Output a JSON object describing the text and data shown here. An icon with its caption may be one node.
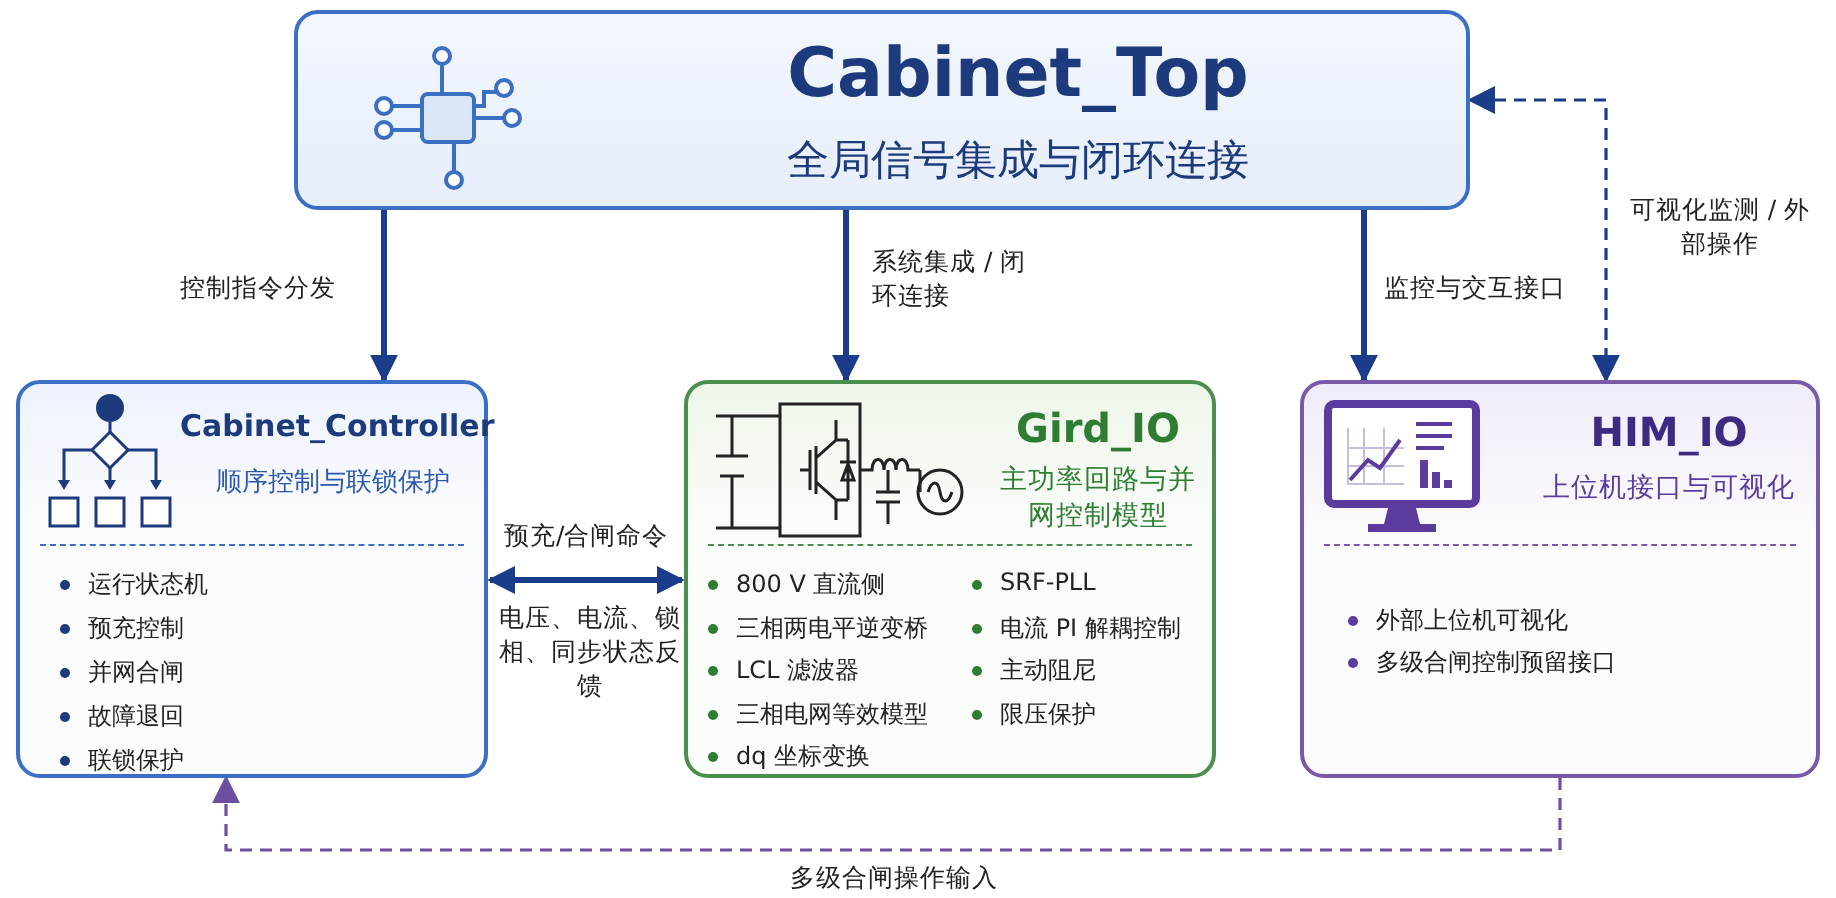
{
  "diagram": {
    "nodes": [
      {
        "text": [
          "Cabinet_Top",
          "全局信号集成与闭环连接"
        ]
      },
      {
        "text": [
          "Cabinet_Controller",
          "顺序控制与联锁保护",
          "运行状态机",
          "预充控制",
          "并网合闸",
          "故障退回",
          "联锁保护"
        ]
      },
      {
        "text": [
          "Gird_IO",
          "主功率回路与并网控制模型",
          "800 V 直流侧",
          "三相两电平逆变桥",
          "LCL 滤波器",
          "三相电网等效模型",
          "dq 坐标变换",
          "SRF-PLL",
          "电流 PI 解耦控制",
          "主动阻尼",
          "限压保护"
        ]
      },
      {
        "text": [
          "HIM_IO",
          "上位机接口与可视化",
          "外部上位机可视化",
          "多级合闸控制预留接口"
        ]
      }
    ],
    "edges": [
      {
        "from": 0,
        "to": 1,
        "arrow": "to",
        "label": "控制指令分发"
      },
      {
        "from": 0,
        "to": 2,
        "arrow": "to",
        "label": "系统集成 / 闭环连接"
      },
      {
        "from": 0,
        "to": 3,
        "arrow": "to",
        "label": "监控与交互接口"
      },
      {
        "from": 3,
        "to": 0,
        "arrow": "both",
        "style": "dashed",
        "label": "可视化监测 / 外部操作"
      },
      {
        "from": 1,
        "to": 2,
        "arrow": "both",
        "label": "预充/合闸命令"
      },
      {
        "from": 3,
        "to": 1,
        "arrow": "to",
        "style": "dashed",
        "color": "#6b4fa0",
        "label": "多级合闸操作输入"
      }
    ],
    "labels": [
      "电压、电流、锁相、同步状态反馈"
    ]
  }
}
